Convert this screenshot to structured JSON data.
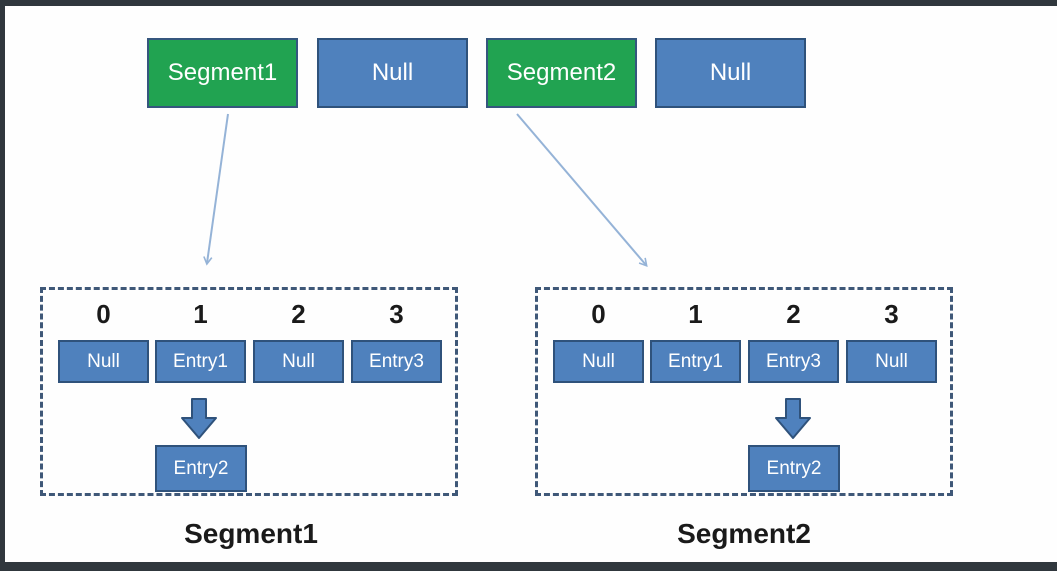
{
  "colors": {
    "green": "#21A351",
    "green_border": "#35567E",
    "blue": "#4F81BD",
    "blue_border": "#2F527B",
    "dash_border": "#3F5878",
    "arrow": "#95B3D7",
    "frame": "#30373D",
    "text_light": "#FFFFFF",
    "text_dark": "#1A1A1A"
  },
  "top_row": {
    "cells": [
      {
        "label": "Segment1",
        "type": "segment"
      },
      {
        "label": "Null",
        "type": "null"
      },
      {
        "label": "Segment2",
        "type": "segment"
      },
      {
        "label": "Null",
        "type": "null"
      }
    ]
  },
  "segments": [
    {
      "title": "Segment1",
      "indices": [
        "0",
        "1",
        "2",
        "3"
      ],
      "buckets": [
        "Null",
        "Entry1",
        "Null",
        "Entry3"
      ],
      "chain": {
        "from_index": "1",
        "entry": "Entry2"
      }
    },
    {
      "title": "Segment2",
      "indices": [
        "0",
        "1",
        "2",
        "3"
      ],
      "buckets": [
        "Null",
        "Entry1",
        "Entry3",
        "Null"
      ],
      "chain": {
        "from_index": "2",
        "entry": "Entry2"
      }
    }
  ]
}
